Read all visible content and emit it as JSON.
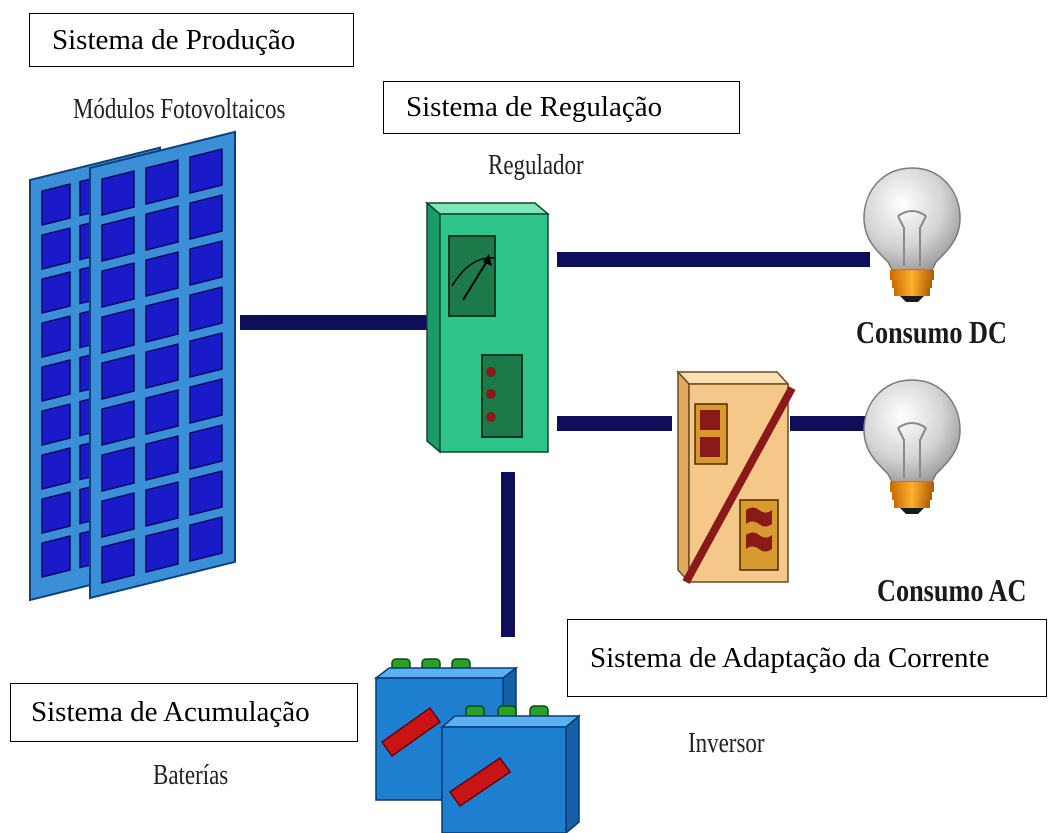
{
  "boxes": {
    "producao": "Sistema de Produção",
    "regulacao": "Sistema de Regulação",
    "adaptacao": "Sistema de Adaptação da Corrente",
    "acumulacao": "Sistema de Acumulação"
  },
  "labels": {
    "modulos": "Módulos Fotovoltaicos",
    "regulador": "Regulador",
    "consumo_dc": "Consumo DC",
    "consumo_ac": "Consumo AC",
    "inversor": "Inversor",
    "baterias": "Baterías"
  },
  "colors": {
    "panel_frame": "#3a8fd6",
    "panel_cell": "#1a1ac8",
    "wire": "#0e0e5a",
    "regulator": "#2fc48a",
    "regulator_dark": "#1c7a4a",
    "inverter": "#f5c88a",
    "inverter_slash": "#8a1a1a",
    "battery": "#1e7fd0",
    "battery_terminal": "#2aa02a",
    "battery_stripe": "#c81414",
    "bulb_glass": "#d8d8d8",
    "bulb_base": "#f0a020"
  }
}
